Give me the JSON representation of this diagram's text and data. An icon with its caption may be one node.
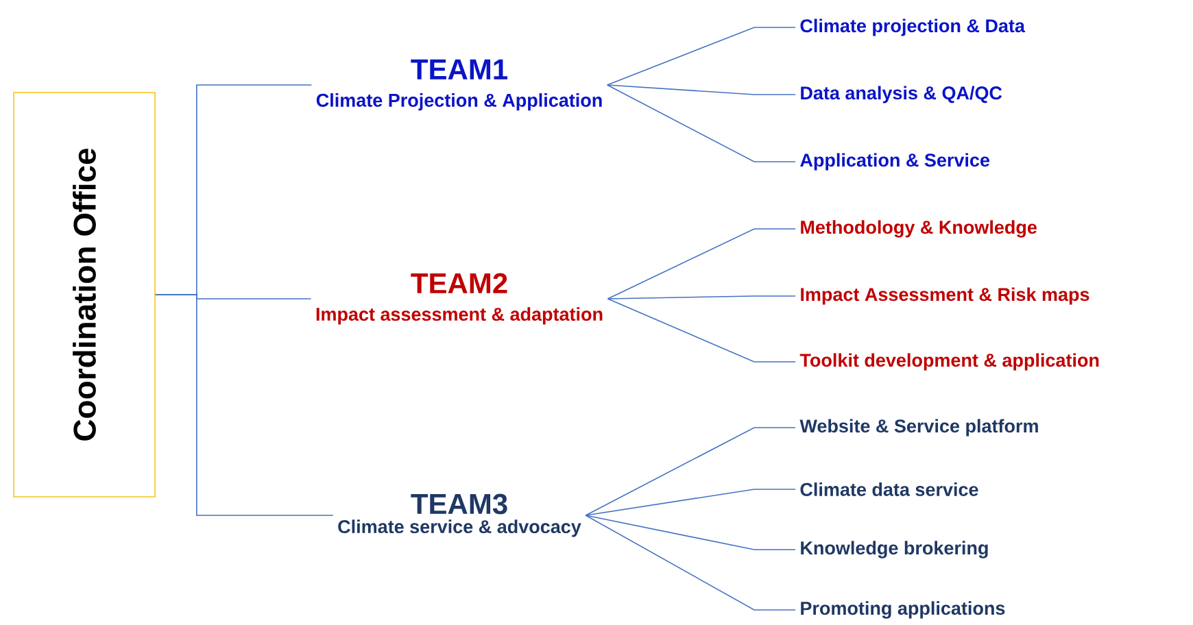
{
  "diagram": {
    "nodes": [
      {
        "text": [
          "Coordination Office"
        ]
      },
      {
        "text": [
          "TEAM1",
          "Climate Projection & Application"
        ]
      },
      {
        "text": [
          "TEAM2",
          "Impact assessment & adaptation"
        ]
      },
      {
        "text": [
          "TEAM3",
          "Climate service & advocacy"
        ]
      },
      {
        "text": [
          "Climate projection & Data"
        ]
      },
      {
        "text": [
          "Data analysis & QA/QC"
        ]
      },
      {
        "text": [
          "Application & Service"
        ]
      },
      {
        "text": [
          "Methodology & Knowledge"
        ]
      },
      {
        "text": [
          "Impact Assessment & Risk maps"
        ]
      },
      {
        "text": [
          "Toolkit development & application"
        ]
      },
      {
        "text": [
          "Website & Service platform"
        ]
      },
      {
        "text": [
          "Climate data service"
        ]
      },
      {
        "text": [
          "Knowledge brokering"
        ]
      },
      {
        "text": [
          "Promoting applications"
        ]
      }
    ],
    "edges": [
      {
        "from": 0,
        "to": 1,
        "arrow": "none"
      },
      {
        "from": 0,
        "to": 2,
        "arrow": "none"
      },
      {
        "from": 0,
        "to": 3,
        "arrow": "none"
      },
      {
        "from": 1,
        "to": 4,
        "arrow": "none"
      },
      {
        "from": 1,
        "to": 5,
        "arrow": "none"
      },
      {
        "from": 1,
        "to": 6,
        "arrow": "none"
      },
      {
        "from": 2,
        "to": 7,
        "arrow": "none"
      },
      {
        "from": 2,
        "to": 8,
        "arrow": "none"
      },
      {
        "from": 2,
        "to": 9,
        "arrow": "none"
      },
      {
        "from": 3,
        "to": 10,
        "arrow": "none"
      },
      {
        "from": 3,
        "to": 11,
        "arrow": "none"
      },
      {
        "from": 3,
        "to": 12,
        "arrow": "none"
      },
      {
        "from": 3,
        "to": 13,
        "arrow": "none"
      }
    ]
  }
}
